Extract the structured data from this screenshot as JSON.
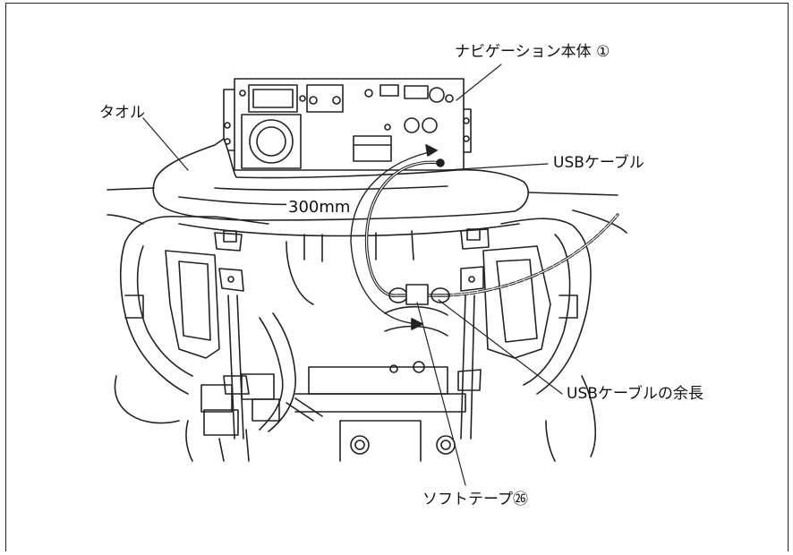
{
  "labels": {
    "navigation_unit": "ナビゲーション本体 ①",
    "towel": "タオル",
    "usb_cable": "USBケーブル",
    "length": "300mm",
    "usb_cable_slack": "USBケーブルの余長",
    "soft_tape": "ソフトテープ㉖"
  }
}
